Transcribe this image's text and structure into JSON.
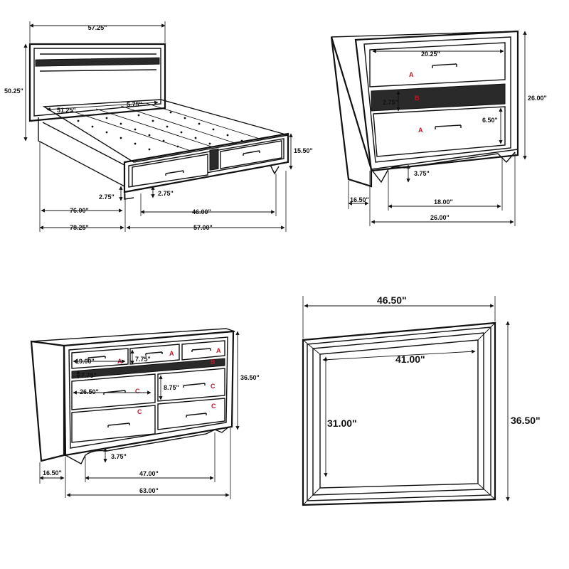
{
  "bed": {
    "headboard_width": "57.25\"",
    "height": "50.25\"",
    "inner_width": "51.25\"",
    "slat_gap": "5.75\"",
    "footboard_height": "15.50\"",
    "base_height_left": "2.75\"",
    "base_height_right": "2.75\"",
    "side_rail": "76.00\"",
    "drawer_span": "46.00\"",
    "overall_length": "78.25\"",
    "overall_width": "57.00\""
  },
  "nightstand": {
    "drawer_width": "20.25\"",
    "height": "26.00\"",
    "crystal_band": "2.75\"",
    "drawer_height": "6.50\"",
    "leg_height": "3.75\"",
    "depth": "16.50\"",
    "inner_width": "18.00\"",
    "overall_width": "26.00\"",
    "drawer_top_label": "A",
    "drawer_crystal_label": "B",
    "drawer_bottom_label": "A"
  },
  "dresser": {
    "top_drawer_width": "19.00\"",
    "top_drawer_height": "7.75\"",
    "crystal_band": "2.75\"",
    "lower_drawer_width": "26.50\"",
    "lower_drawer_height": "8.75\"",
    "height": "36.50\"",
    "leg_height": "3.75\"",
    "depth": "16.50\"",
    "inner_width": "47.00\"",
    "overall_width": "63.00\"",
    "label_a": "A",
    "label_b": "B",
    "label_c": "C"
  },
  "mirror": {
    "overall_width": "46.50\"",
    "glass_width": "41.00\"",
    "glass_height": "31.00\"",
    "overall_height": "36.50\""
  }
}
